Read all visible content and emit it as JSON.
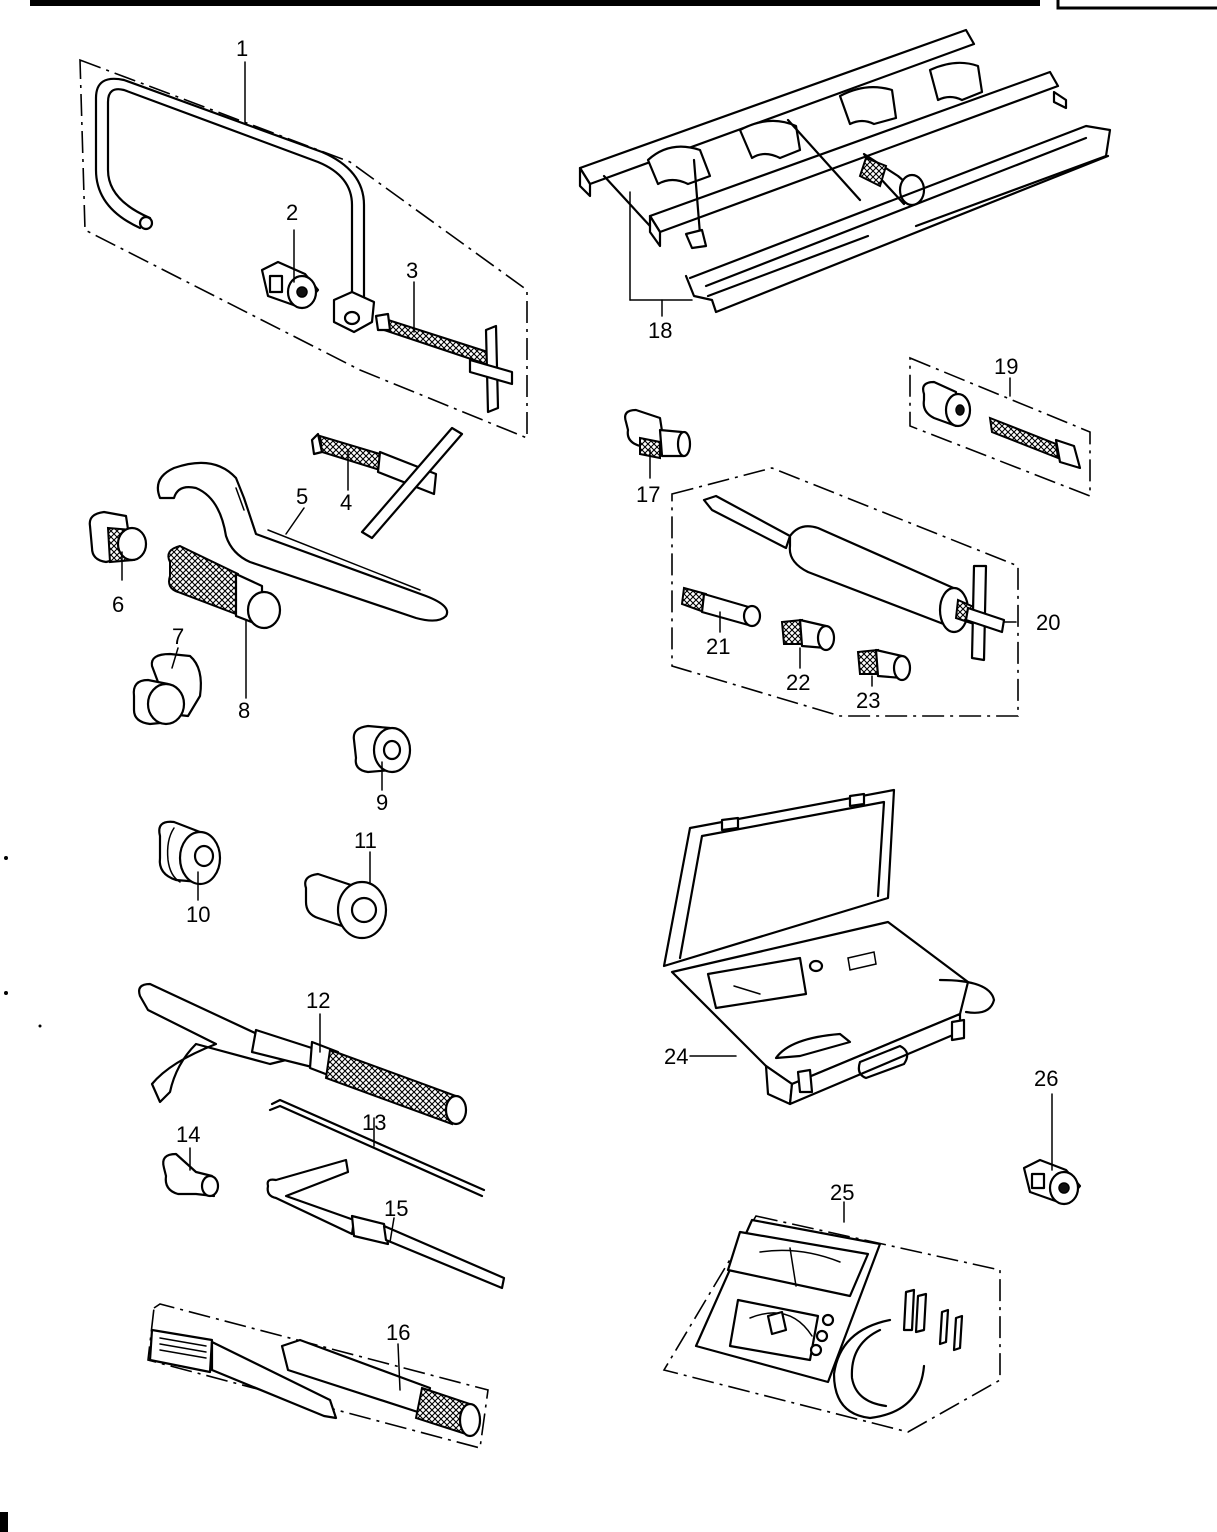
{
  "labels": {
    "n1": "1",
    "n2": "2",
    "n3": "3",
    "n4": "4",
    "n5": "5",
    "n6": "6",
    "n7": "7",
    "n8": "8",
    "n9": "9",
    "n10": "10",
    "n11": "11",
    "n12": "12",
    "n13": "13",
    "n14": "14",
    "n15": "15",
    "n16": "16",
    "n17": "17",
    "n18": "18",
    "n19": "19",
    "n20": "20",
    "n21": "21",
    "n22": "22",
    "n23": "23",
    "n24": "24",
    "n25": "25",
    "n26": "26"
  }
}
